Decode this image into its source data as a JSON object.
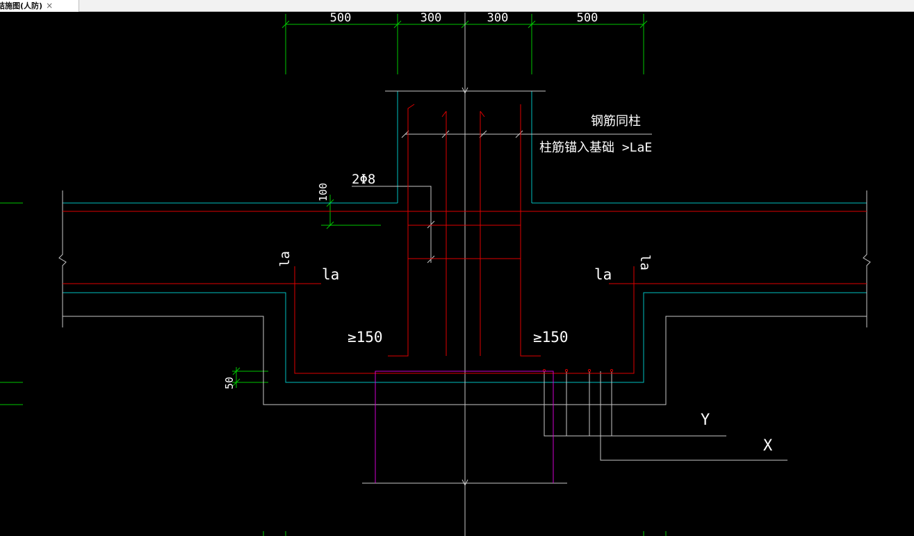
{
  "tab": {
    "title": "结施图(人防)",
    "close_glyph": "×"
  },
  "drawing": {
    "dimensions": {
      "d1": "500",
      "d2": "300",
      "d3": "300",
      "d4": "500",
      "d_100": "100",
      "d_50": "50"
    },
    "notes": {
      "rebar_same_as_column": "钢筋同柱",
      "column_anchor": "柱筋锚入基础 >LaE",
      "stirrup_label": "2Φ8"
    },
    "labels": {
      "la_vertical_left": "la",
      "la_left": "la",
      "la_right": "la",
      "la_vertical_right": "la",
      "min_150_left": "≥150",
      "min_150_right": "≥150",
      "axis_y": "Y",
      "axis_x": "X"
    },
    "colors": {
      "dimension": "#00c800",
      "rebar": "#e00000",
      "concrete": "#00c0c0",
      "outline": "#c8c8c8",
      "pile": "#d000d0",
      "text": "#ffffff"
    }
  }
}
